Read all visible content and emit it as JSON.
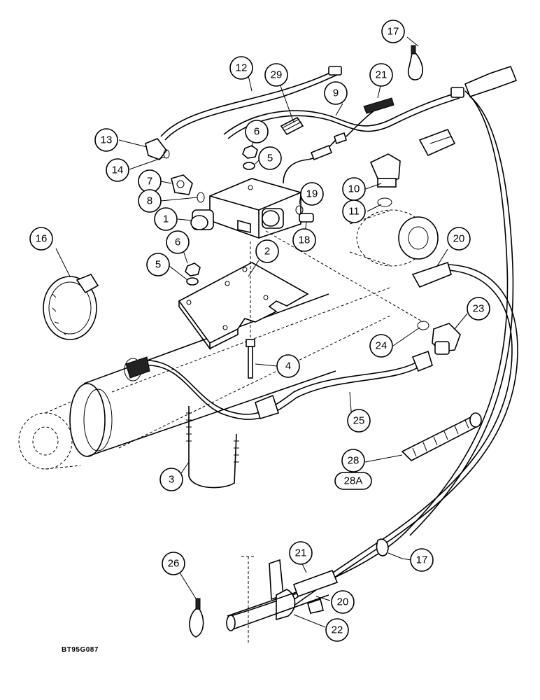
{
  "figure_code": "BT95G087",
  "callouts": [
    {
      "id": "c1",
      "label": "1"
    },
    {
      "id": "c2",
      "label": "2"
    },
    {
      "id": "c3",
      "label": "3"
    },
    {
      "id": "c4",
      "label": "4"
    },
    {
      "id": "c5a",
      "label": "5"
    },
    {
      "id": "c5b",
      "label": "5"
    },
    {
      "id": "c6a",
      "label": "6"
    },
    {
      "id": "c6b",
      "label": "6"
    },
    {
      "id": "c7",
      "label": "7"
    },
    {
      "id": "c8",
      "label": "8"
    },
    {
      "id": "c9",
      "label": "9"
    },
    {
      "id": "c10",
      "label": "10"
    },
    {
      "id": "c11",
      "label": "11"
    },
    {
      "id": "c12",
      "label": "12"
    },
    {
      "id": "c13",
      "label": "13"
    },
    {
      "id": "c14",
      "label": "14"
    },
    {
      "id": "c16",
      "label": "16"
    },
    {
      "id": "c17a",
      "label": "17"
    },
    {
      "id": "c17b",
      "label": "17"
    },
    {
      "id": "c18",
      "label": "18"
    },
    {
      "id": "c19",
      "label": "19"
    },
    {
      "id": "c20a",
      "label": "20"
    },
    {
      "id": "c20b",
      "label": "20"
    },
    {
      "id": "c21a",
      "label": "21"
    },
    {
      "id": "c21b",
      "label": "21"
    },
    {
      "id": "c22",
      "label": "22"
    },
    {
      "id": "c23",
      "label": "23"
    },
    {
      "id": "c24",
      "label": "24"
    },
    {
      "id": "c25",
      "label": "25"
    },
    {
      "id": "c26",
      "label": "26"
    },
    {
      "id": "c28",
      "label": "28"
    },
    {
      "id": "c28a",
      "label": "28A"
    },
    {
      "id": "c29",
      "label": "29"
    }
  ]
}
